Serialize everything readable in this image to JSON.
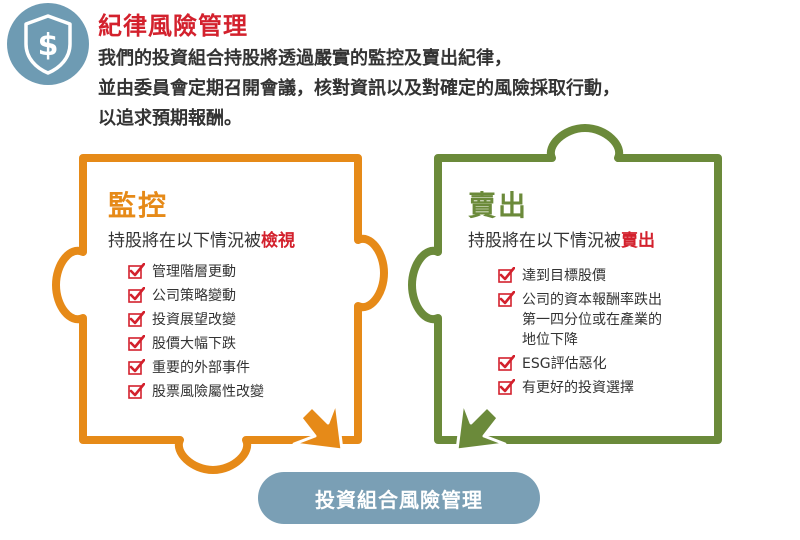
{
  "header": {
    "icon": "shield-dollar-icon",
    "title": "紀律風險管理",
    "intro_lines": [
      "我們的投資組合持股將透過嚴實的監控及賣出紀律，",
      "並由委員會定期召開會議，核對資訊以及對確定的風險採取行動，",
      "以追求預期報酬。"
    ]
  },
  "monitor": {
    "title": "監控",
    "subtitle_prefix": "持股將在以下情況被",
    "subtitle_highlight": "檢視",
    "items": [
      "管理階層更動",
      "公司策略變動",
      "投資展望改變",
      "股價大幅下跌",
      "重要的外部事件",
      "股票風險屬性改變"
    ]
  },
  "sell": {
    "title": "賣出",
    "subtitle_prefix": "持股將在以下情況被",
    "subtitle_highlight": "賣出",
    "items": [
      [
        "達到目標股價"
      ],
      [
        "公司的資本報酬率跌出",
        "第一四分位或在產業的",
        "地位下降"
      ],
      [
        "ESG評估惡化"
      ],
      [
        "有更好的投資選擇"
      ]
    ]
  },
  "result": {
    "label": "投資組合風險管理"
  },
  "colors": {
    "accent_red": "#d3212d",
    "monitor_orange": "#e68a18",
    "sell_green": "#6b8a3a",
    "shield_blue": "#6e9bb3",
    "pill_blue": "#7a9fb5"
  }
}
